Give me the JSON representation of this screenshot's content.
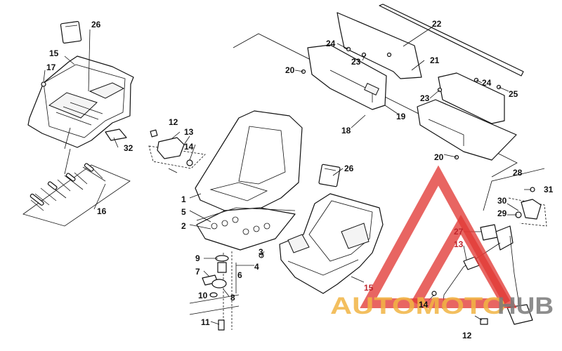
{
  "callouts": {
    "c1": "1",
    "c2": "2",
    "c3": "3",
    "c4": "4",
    "c5": "5",
    "c6": "6",
    "c7": "7",
    "c8": "8",
    "c9": "9",
    "c10": "10",
    "c11": "11",
    "c12a": "12",
    "c12b": "12",
    "c13a": "13",
    "c13b": "13",
    "c14a": "14",
    "c14b": "14",
    "c15a": "15",
    "c15b": "15",
    "c16": "16",
    "c17": "17",
    "c18": "18",
    "c19": "19",
    "c20a": "20",
    "c20b": "20",
    "c21": "21",
    "c22": "22",
    "c23a": "23",
    "c23b": "23",
    "c24a": "24",
    "c24b": "24",
    "c25": "25",
    "c26a": "26",
    "c26b": "26",
    "c27": "27",
    "c28": "28",
    "c29": "29",
    "c30": "30",
    "c31": "31",
    "c32": "32"
  },
  "watermark": {
    "part1": "AUTOMOTO",
    "part2": "HUB"
  },
  "colors": {
    "callout_red": "#c0262d",
    "watermark_red": "#e23a36",
    "watermark_orange": "#f2b544",
    "watermark_gray": "#7a7a7a"
  }
}
